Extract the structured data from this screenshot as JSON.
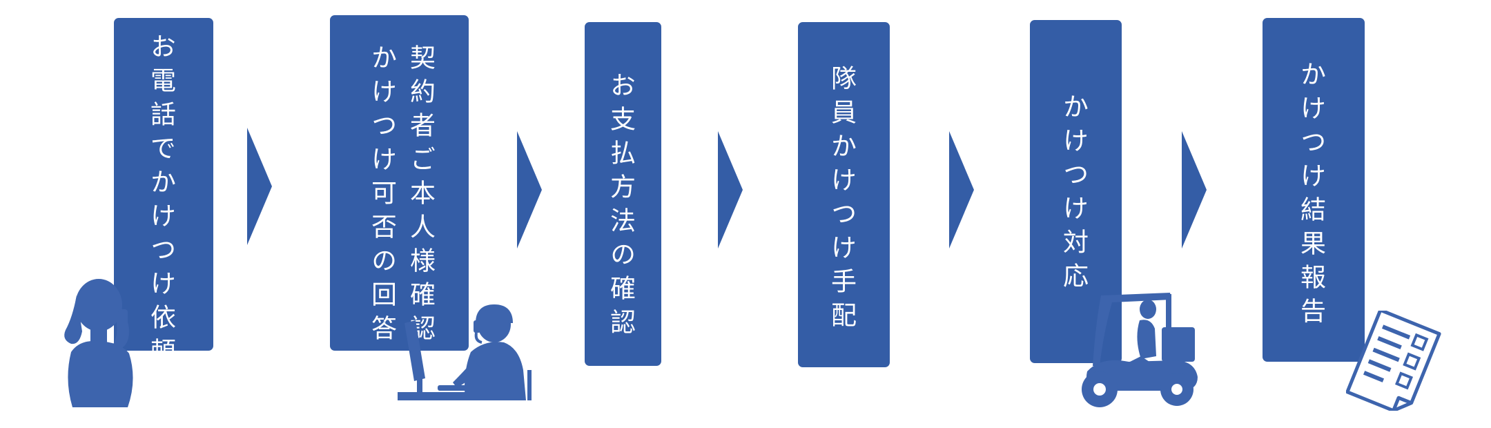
{
  "colors": {
    "box": "#345da6",
    "arrow": "#345da6",
    "figure": "#3d64ad",
    "background": "#ffffff"
  },
  "steps": [
    {
      "label": "お電話でかけつけ依頼"
    },
    {
      "line1": "契約者ご本人様確認",
      "line2": "かけつけ可否の回答"
    },
    {
      "label": "お支払方法の確認"
    },
    {
      "label": "隊員かけつけ手配"
    },
    {
      "label": "かけつけ対応"
    },
    {
      "label": "かけつけ結果報告"
    }
  ],
  "icons": [
    "woman-phone-icon",
    "operator-computer-icon",
    "motorcycle-rider-icon",
    "report-document-icon"
  ]
}
